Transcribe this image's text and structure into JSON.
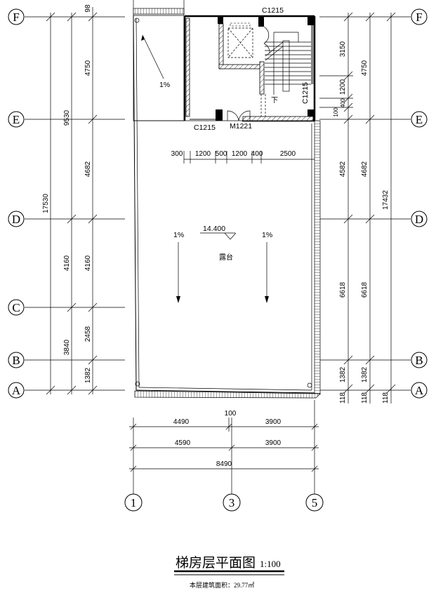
{
  "title": "梯房层平面图",
  "scale": "1:100",
  "area_note": "本层建筑面积：29.77㎡",
  "axes_rows": [
    "F",
    "E",
    "D",
    "C",
    "B",
    "A"
  ],
  "axes_cols": [
    "1",
    "3",
    "5"
  ],
  "left_dims": {
    "outer": "17530",
    "middle": [
      "9530",
      "4160",
      "3840"
    ],
    "inner": [
      "98",
      "4750",
      "4682",
      "4160",
      "2458",
      "1382"
    ]
  },
  "right_dims": {
    "inner": [
      "3150",
      "1200",
      "400",
      "100",
      "4582",
      "6618",
      "1382",
      "118"
    ],
    "middle": [
      "4750",
      "4682",
      "6618",
      "1382",
      "118"
    ],
    "outer": [
      "17432",
      "118"
    ]
  },
  "bottom_dims": {
    "offset": "100",
    "row1": [
      "4490",
      "3900"
    ],
    "row2": [
      "4590",
      "3900"
    ],
    "total": "8490"
  },
  "door_dims": [
    "300",
    "1200",
    "500",
    "1200",
    "400",
    "2500"
  ],
  "labels": {
    "window_top": "C1215",
    "window_left": "C1215",
    "window_right": "C1215",
    "door": "M1221",
    "stair_down": "下",
    "slope_top": "1%",
    "slope_left": "1%",
    "slope_right": "1%",
    "elevation": "14.400",
    "terrace": "露台"
  }
}
